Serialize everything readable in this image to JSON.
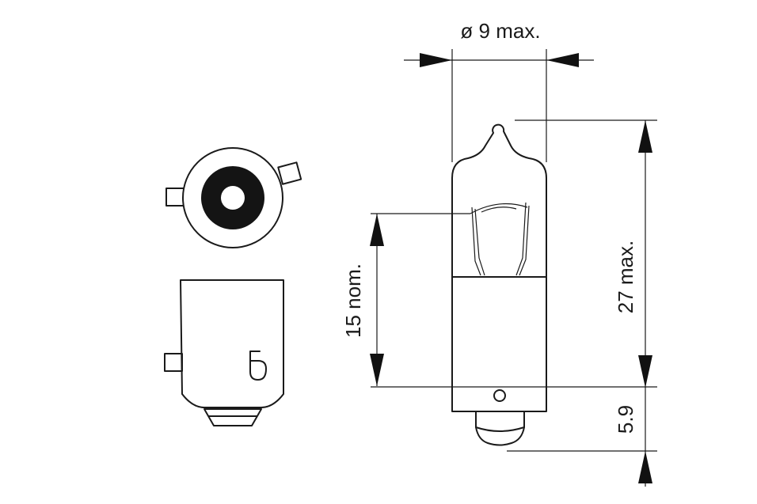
{
  "dimensions": {
    "diameter": "ø 9 max.",
    "overall_length": "27 max.",
    "light_center": "15 nom.",
    "base_contact": "5.9"
  }
}
